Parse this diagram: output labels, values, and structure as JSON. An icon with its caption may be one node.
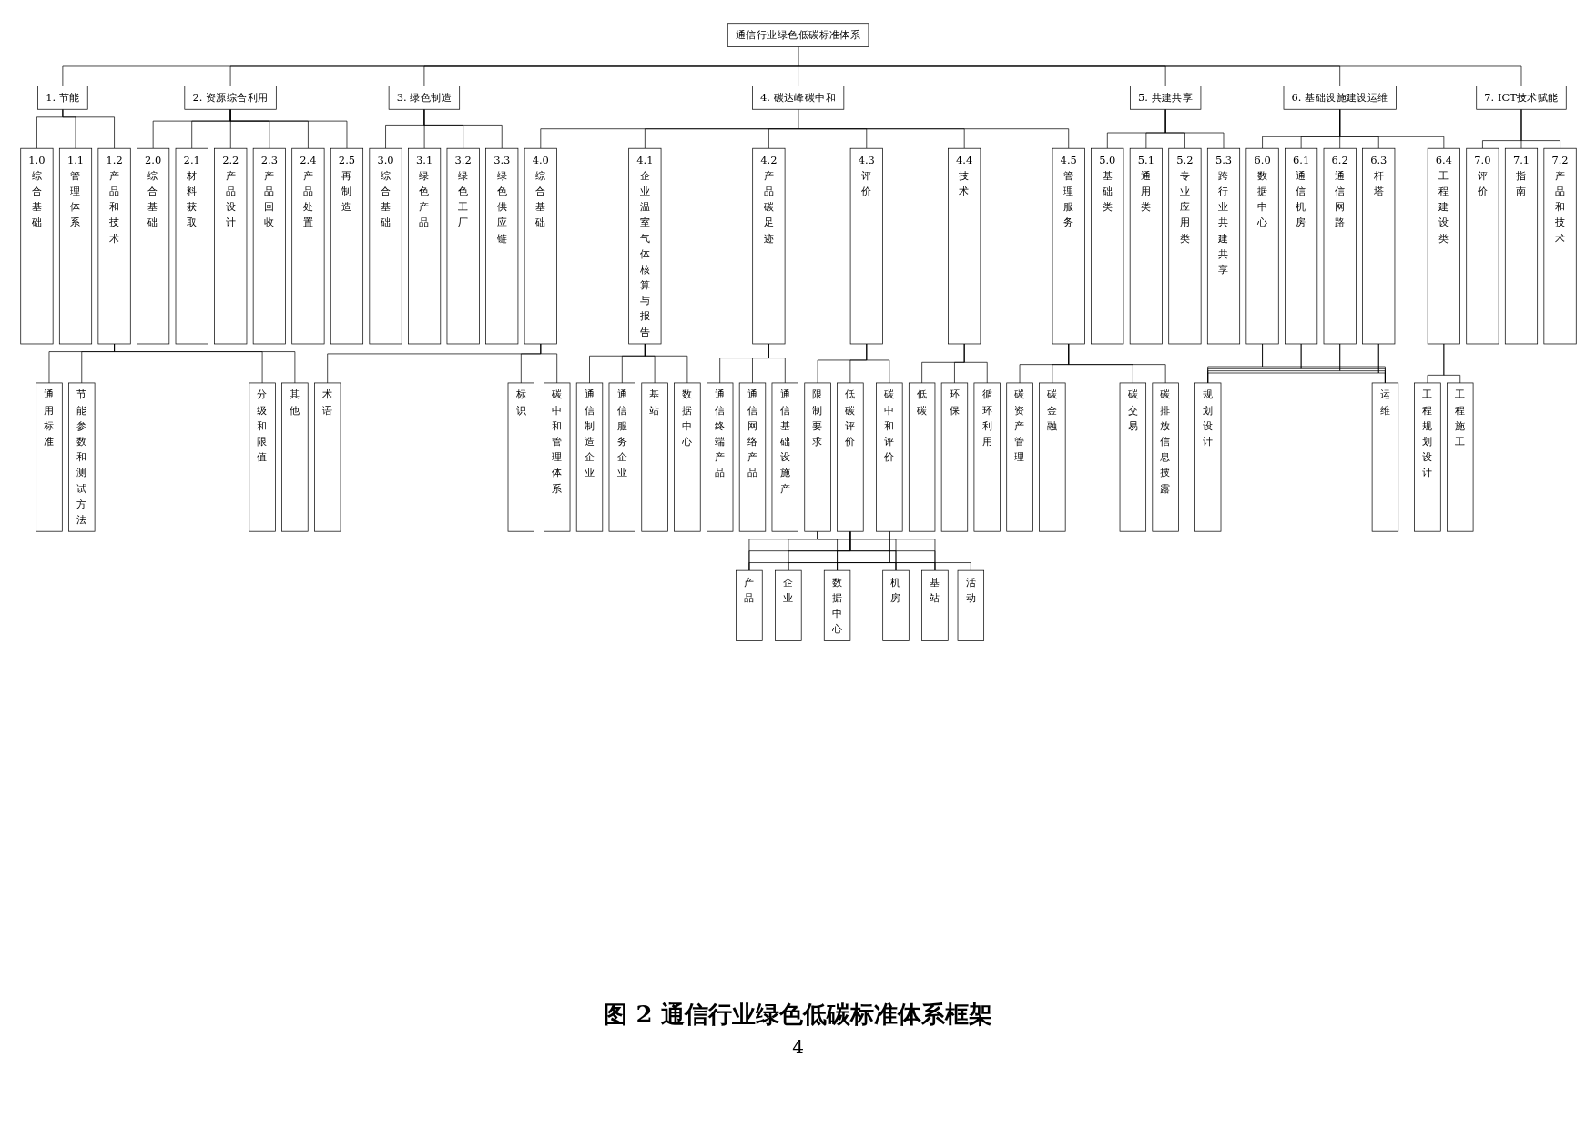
{
  "diagram": {
    "caption": "图 2 通信行业绿色低碳标准体系框架",
    "nodes": [
      {
        "text": [
          "通信行业绿色低碳标准体系"
        ]
      },
      {
        "text": [
          "1. 节能"
        ]
      },
      {
        "text": [
          "2. 资源综合利用"
        ]
      },
      {
        "text": [
          "3. 绿色制造"
        ]
      },
      {
        "text": [
          "4. 碳达峰碳中和"
        ]
      },
      {
        "text": [
          "5. 共建共享"
        ]
      },
      {
        "text": [
          "6. 基础设施建设运维"
        ]
      },
      {
        "text": [
          "7. ICT技术赋能"
        ]
      },
      {
        "text": [
          "1.0综合基础"
        ]
      },
      {
        "text": [
          "1.1管理体系"
        ]
      },
      {
        "text": [
          "1.2产品和技术"
        ]
      },
      {
        "text": [
          "2.0综合基础"
        ]
      },
      {
        "text": [
          "2.1材料获取"
        ]
      },
      {
        "text": [
          "2.2产品设计"
        ]
      },
      {
        "text": [
          "2.3产品回收"
        ]
      },
      {
        "text": [
          "2.4产品处置"
        ]
      },
      {
        "text": [
          "2.5再制造"
        ]
      },
      {
        "text": [
          "3.0综合基础"
        ]
      },
      {
        "text": [
          "3.1绿色产品"
        ]
      },
      {
        "text": [
          "3.2绿色工厂"
        ]
      },
      {
        "text": [
          "3.3绿色供应链"
        ]
      },
      {
        "text": [
          "4.0综合基础"
        ]
      },
      {
        "text": [
          "4.1企业温室气体核算与报告"
        ]
      },
      {
        "text": [
          "4.2产品碳足迹"
        ]
      },
      {
        "text": [
          "4.3评价"
        ]
      },
      {
        "text": [
          "4.4技术"
        ]
      },
      {
        "text": [
          "4.5管理服务"
        ]
      },
      {
        "text": [
          "5.0基础类"
        ]
      },
      {
        "text": [
          "5.1通用类"
        ]
      },
      {
        "text": [
          "5.2专业应用类"
        ]
      },
      {
        "text": [
          "5.3跨行业共建共享"
        ]
      },
      {
        "text": [
          "6.0数据中心"
        ]
      },
      {
        "text": [
          "6.1通信机房"
        ]
      },
      {
        "text": [
          "6.2通信网路"
        ]
      },
      {
        "text": [
          "6.3杆塔"
        ]
      },
      {
        "text": [
          "6.4工程建设类"
        ]
      },
      {
        "text": [
          "7.0评价"
        ]
      },
      {
        "text": [
          "7.1指南"
        ]
      },
      {
        "text": [
          "7.2产品和技术"
        ]
      },
      {
        "text": [
          "通用标准"
        ]
      },
      {
        "text": [
          "节能参数和测试方法"
        ]
      },
      {
        "text": [
          "分级和限值"
        ]
      },
      {
        "text": [
          "其他"
        ]
      },
      {
        "text": [
          "术语"
        ]
      },
      {
        "text": [
          "标识"
        ]
      },
      {
        "text": [
          "碳中和管理体系"
        ]
      },
      {
        "text": [
          "通信制造企业"
        ]
      },
      {
        "text": [
          "通信服务企业"
        ]
      },
      {
        "text": [
          "基站"
        ]
      },
      {
        "text": [
          "数据中心"
        ]
      },
      {
        "text": [
          "通信终端产品"
        ]
      },
      {
        "text": [
          "通信网络产品"
        ]
      },
      {
        "text": [
          "通信基础设施产"
        ]
      },
      {
        "text": [
          "限制要求"
        ]
      },
      {
        "text": [
          "低碳评价"
        ]
      },
      {
        "text": [
          "碳中和评价"
        ]
      },
      {
        "text": [
          "低碳"
        ]
      },
      {
        "text": [
          "环保"
        ]
      },
      {
        "text": [
          "循环利用"
        ]
      },
      {
        "text": [
          "碳资产管理"
        ]
      },
      {
        "text": [
          "碳金融"
        ]
      },
      {
        "text": [
          "碳交易"
        ]
      },
      {
        "text": [
          "碳排放信息披露"
        ]
      },
      {
        "text": [
          "规划设计"
        ]
      },
      {
        "text": [
          "运维"
        ]
      },
      {
        "text": [
          "工程规划设计"
        ]
      },
      {
        "text": [
          "工程施工"
        ]
      },
      {
        "text": [
          "产品"
        ]
      },
      {
        "text": [
          "企业"
        ]
      },
      {
        "text": [
          "数据中心"
        ]
      },
      {
        "text": [
          "机房"
        ]
      },
      {
        "text": [
          "基站"
        ]
      },
      {
        "text": [
          "活动"
        ]
      }
    ],
    "edges": [
      {
        "from": 0,
        "to": 1,
        "arrow": "none"
      },
      {
        "from": 0,
        "to": 2,
        "arrow": "none"
      },
      {
        "from": 0,
        "to": 3,
        "arrow": "none"
      },
      {
        "from": 0,
        "to": 4,
        "arrow": "none"
      },
      {
        "from": 0,
        "to": 5,
        "arrow": "none"
      },
      {
        "from": 0,
        "to": 6,
        "arrow": "none"
      },
      {
        "from": 0,
        "to": 7,
        "arrow": "none"
      },
      {
        "from": 1,
        "to": 8,
        "arrow": "none"
      },
      {
        "from": 1,
        "to": 9,
        "arrow": "none"
      },
      {
        "from": 1,
        "to": 10,
        "arrow": "none"
      },
      {
        "from": 2,
        "to": 11,
        "arrow": "none"
      },
      {
        "from": 2,
        "to": 12,
        "arrow": "none"
      },
      {
        "from": 2,
        "to": 13,
        "arrow": "none"
      },
      {
        "from": 2,
        "to": 14,
        "arrow": "none"
      },
      {
        "from": 2,
        "to": 15,
        "arrow": "none"
      },
      {
        "from": 2,
        "to": 16,
        "arrow": "none"
      },
      {
        "from": 3,
        "to": 17,
        "arrow": "none"
      },
      {
        "from": 3,
        "to": 18,
        "arrow": "none"
      },
      {
        "from": 3,
        "to": 19,
        "arrow": "none"
      },
      {
        "from": 3,
        "to": 20,
        "arrow": "none"
      },
      {
        "from": 4,
        "to": 21,
        "arrow": "none"
      },
      {
        "from": 4,
        "to": 22,
        "arrow": "none"
      },
      {
        "from": 4,
        "to": 23,
        "arrow": "none"
      },
      {
        "from": 4,
        "to": 24,
        "arrow": "none"
      },
      {
        "from": 4,
        "to": 25,
        "arrow": "none"
      },
      {
        "from": 4,
        "to": 26,
        "arrow": "none"
      },
      {
        "from": 5,
        "to": 27,
        "arrow": "none"
      },
      {
        "from": 5,
        "to": 28,
        "arrow": "none"
      },
      {
        "from": 5,
        "to": 29,
        "arrow": "none"
      },
      {
        "from": 5,
        "to": 30,
        "arrow": "none"
      },
      {
        "from": 6,
        "to": 31,
        "arrow": "none"
      },
      {
        "from": 6,
        "to": 32,
        "arrow": "none"
      },
      {
        "from": 6,
        "to": 33,
        "arrow": "none"
      },
      {
        "from": 6,
        "to": 34,
        "arrow": "none"
      },
      {
        "from": 6,
        "to": 35,
        "arrow": "none"
      },
      {
        "from": 7,
        "to": 36,
        "arrow": "none"
      },
      {
        "from": 7,
        "to": 37,
        "arrow": "none"
      },
      {
        "from": 7,
        "to": 38,
        "arrow": "none"
      },
      {
        "from": 10,
        "to": 39,
        "arrow": "none"
      },
      {
        "from": 10,
        "to": 40,
        "arrow": "none"
      },
      {
        "from": 10,
        "to": 41,
        "arrow": "none"
      },
      {
        "from": 10,
        "to": 42,
        "arrow": "none"
      },
      {
        "from": 21,
        "to": 43,
        "arrow": "none"
      },
      {
        "from": 21,
        "to": 44,
        "arrow": "none"
      },
      {
        "from": 21,
        "to": 45,
        "arrow": "none"
      },
      {
        "from": 22,
        "to": 46,
        "arrow": "none"
      },
      {
        "from": 22,
        "to": 47,
        "arrow": "none"
      },
      {
        "from": 22,
        "to": 48,
        "arrow": "none"
      },
      {
        "from": 22,
        "to": 49,
        "arrow": "none"
      },
      {
        "from": 23,
        "to": 50,
        "arrow": "none"
      },
      {
        "from": 23,
        "to": 51,
        "arrow": "none"
      },
      {
        "from": 23,
        "to": 52,
        "arrow": "none"
      },
      {
        "from": 24,
        "to": 53,
        "arrow": "none"
      },
      {
        "from": 24,
        "to": 54,
        "arrow": "none"
      },
      {
        "from": 24,
        "to": 55,
        "arrow": "none"
      },
      {
        "from": 25,
        "to": 56,
        "arrow": "none"
      },
      {
        "from": 25,
        "to": 57,
        "arrow": "none"
      },
      {
        "from": 25,
        "to": 58,
        "arrow": "none"
      },
      {
        "from": 26,
        "to": 59,
        "arrow": "none"
      },
      {
        "from": 26,
        "to": 60,
        "arrow": "none"
      },
      {
        "from": 26,
        "to": 61,
        "arrow": "none"
      },
      {
        "from": 26,
        "to": 62,
        "arrow": "none"
      },
      {
        "from": 31,
        "to": 63,
        "arrow": "none"
      },
      {
        "from": 31,
        "to": 64,
        "arrow": "none"
      },
      {
        "from": 32,
        "to": 63,
        "arrow": "none"
      },
      {
        "from": 32,
        "to": 64,
        "arrow": "none"
      },
      {
        "from": 33,
        "to": 63,
        "arrow": "none"
      },
      {
        "from": 33,
        "to": 64,
        "arrow": "none"
      },
      {
        "from": 34,
        "to": 63,
        "arrow": "none"
      },
      {
        "from": 34,
        "to": 64,
        "arrow": "none"
      },
      {
        "from": 35,
        "to": 65,
        "arrow": "none"
      },
      {
        "from": 35,
        "to": 66,
        "arrow": "none"
      },
      {
        "from": 53,
        "to": 67,
        "arrow": "none"
      },
      {
        "from": 53,
        "to": 68,
        "arrow": "none"
      },
      {
        "from": 53,
        "to": 69,
        "arrow": "none"
      },
      {
        "from": 53,
        "to": 70,
        "arrow": "none"
      },
      {
        "from": 53,
        "to": 71,
        "arrow": "none"
      },
      {
        "from": 54,
        "to": 67,
        "arrow": "none"
      },
      {
        "from": 54,
        "to": 68,
        "arrow": "none"
      },
      {
        "from": 54,
        "to": 69,
        "arrow": "none"
      },
      {
        "from": 54,
        "to": 70,
        "arrow": "none"
      },
      {
        "from": 54,
        "to": 71,
        "arrow": "none"
      },
      {
        "from": 55,
        "to": 67,
        "arrow": "none"
      },
      {
        "from": 55,
        "to": 68,
        "arrow": "none"
      },
      {
        "from": 55,
        "to": 69,
        "arrow": "none"
      },
      {
        "from": 55,
        "to": 70,
        "arrow": "none"
      },
      {
        "from": 55,
        "to": 71,
        "arrow": "none"
      },
      {
        "from": 55,
        "to": 72,
        "arrow": "none"
      }
    ],
    "labels": [
      "4"
    ]
  }
}
